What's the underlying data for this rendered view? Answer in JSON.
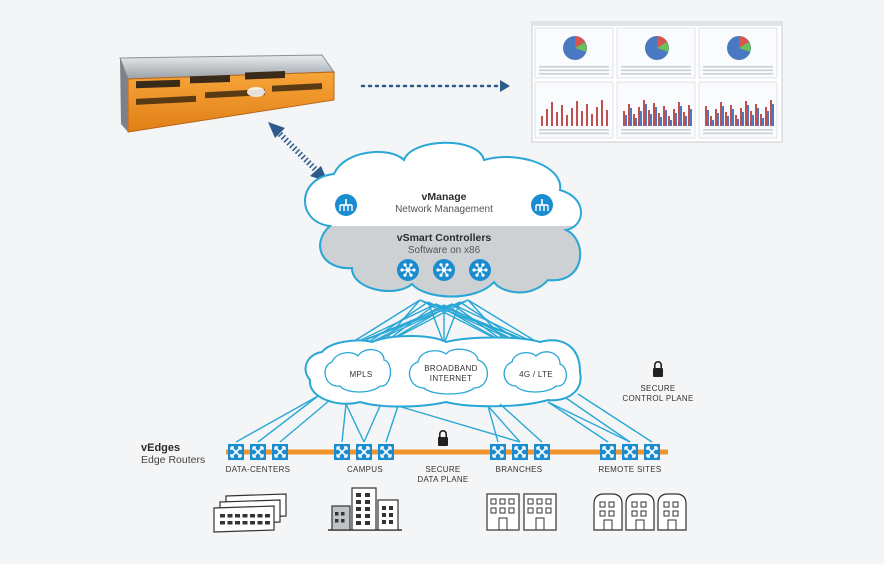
{
  "vmanage": {
    "title": "vManage",
    "subtitle": "Network Management"
  },
  "vsmart": {
    "title": "vSmart Controllers",
    "subtitle": "Software on x86"
  },
  "transports": {
    "mpls": "MPLS",
    "broadband_line1": "BROADBAND",
    "broadband_line2": "INTERNET",
    "lte": "4G / LTE"
  },
  "control_plane": {
    "line1": "SECURE",
    "line2": "CONTROL PLANE"
  },
  "data_plane": {
    "line1": "SECURE",
    "line2": "DATA PLANE"
  },
  "vedges": {
    "title": "vEdges",
    "subtitle": "Edge Routers"
  },
  "sites": {
    "data_centers": "DATA-CENTERS",
    "campus": "CAMPUS",
    "branches": "BRANCHES",
    "remote_sites": "REMOTE SITES"
  },
  "colors": {
    "line_blue": "#2aa7d6",
    "orange": "#f0952e",
    "cloud_gray": "#cfd3d6",
    "node_blue": "#1b8ccf"
  }
}
